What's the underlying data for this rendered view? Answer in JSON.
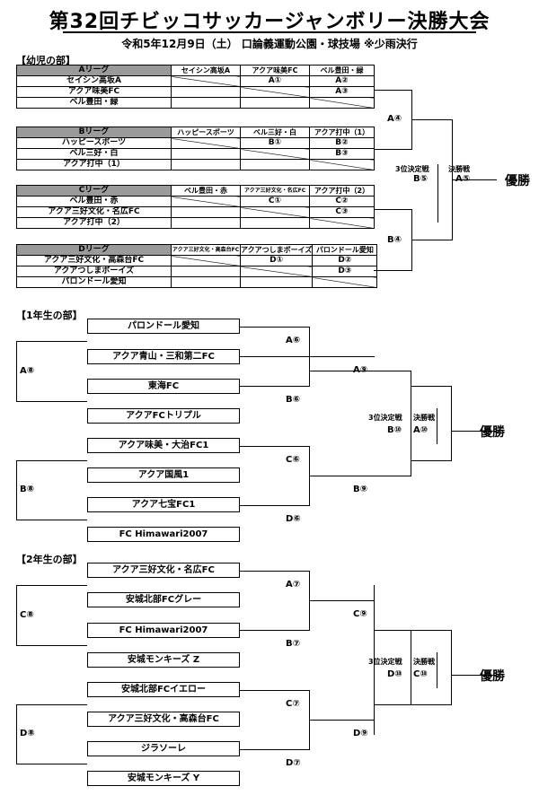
{
  "title": "第32回チビッコサッカージャンボリー決勝大会",
  "subtitle": "令和5年12月9日（土） 口論義運動公園・球技場 ※少雨決行",
  "kindergarten": {
    "heading": "【幼児の部】",
    "leagues": [
      {
        "name": "Aリーグ",
        "teams": [
          "セイシン高坂A",
          "アクア味美FC",
          "ベル豊田・緑"
        ],
        "cols": [
          "セイシン高坂A",
          "アクア味美FC",
          "ベル豊田・緑"
        ],
        "cells": [
          [
            "",
            "A①",
            "A②"
          ],
          [
            "",
            "",
            "A③"
          ],
          [
            "",
            "",
            ""
          ]
        ]
      },
      {
        "name": "Bリーグ",
        "teams": [
          "ハッピースポーツ",
          "ベル三好・白",
          "アクア打中（1）"
        ],
        "cols": [
          "ハッピースポーツ",
          "ベル三好・白",
          "アクア打中（1）"
        ],
        "cells": [
          [
            "",
            "B①",
            "B②"
          ],
          [
            "",
            "",
            "B③"
          ],
          [
            "",
            "",
            ""
          ]
        ]
      },
      {
        "name": "Cリーグ",
        "teams": [
          "ベル豊田・赤",
          "アクア三好文化・名広FC",
          "アクア打中（2）"
        ],
        "cols": [
          "ベル豊田・赤",
          "アクア三好文化・名広FC",
          "アクア打中（2）"
        ],
        "cells": [
          [
            "",
            "C①",
            "C②"
          ],
          [
            "",
            "",
            "C③"
          ],
          [
            "",
            "",
            ""
          ]
        ]
      },
      {
        "name": "Dリーグ",
        "teams": [
          "アクア三好文化・高森台FC",
          "アクアつしまボーイズ",
          "パロンドール愛知"
        ],
        "cols": [
          "アクア三好文化・高森台FC",
          "アクアつしまボーイズ",
          "パロンドール愛知"
        ],
        "cells": [
          [
            "",
            "D①",
            "D②"
          ],
          [
            "",
            "",
            "D③"
          ],
          [
            "",
            "",
            ""
          ]
        ]
      }
    ],
    "labels": {
      "ab": "A④",
      "cd": "B④",
      "third_label": "3位決定戦",
      "third": "B⑤",
      "final_label": "決勝戦",
      "final": "A⑤",
      "champion": "優勝"
    }
  },
  "grade1": {
    "heading": "【1年生の部】",
    "teams": [
      "パロンドール愛知",
      "アクア青山・三和第二FC",
      "東海FC",
      "アクアFCトリプル",
      "アクア味美・大治FC1",
      "アクア国風1",
      "アクア七宝FC1",
      "FC Himawari2007"
    ],
    "labels": {
      "r1a": "A⑥",
      "r1b": "B⑥",
      "r1c": "C⑥",
      "r1d": "D⑥",
      "outer_top": "A⑧",
      "outer_bottom": "B⑧",
      "semi_top": "A⑨",
      "semi_bottom": "B⑨",
      "third_label": "3位決定戦",
      "third": "B⑩",
      "final_label": "決勝戦",
      "final": "A⑩",
      "champion": "優勝"
    }
  },
  "grade2": {
    "heading": "【2年生の部】",
    "teams": [
      "アクア三好文化・名広FC",
      "安城北部FCグレー",
      "FC Himawari2007",
      "安城モンキーズ Z",
      "安城北部FCイエロー",
      "アクア三好文化・高森台FC",
      "ジラソーレ",
      "安城モンキーズ Y"
    ],
    "labels": {
      "r1a": "A⑦",
      "r1b": "B⑦",
      "r1c": "C⑦",
      "r1d": "D⑦",
      "outer_top": "C⑧",
      "outer_bottom": "D⑧",
      "semi_top": "C⑨",
      "semi_bottom": "D⑨",
      "third_label": "3位決定戦",
      "third": "D⑩",
      "final_label": "決勝戦",
      "final": "C⑩",
      "champion": "優勝"
    }
  }
}
